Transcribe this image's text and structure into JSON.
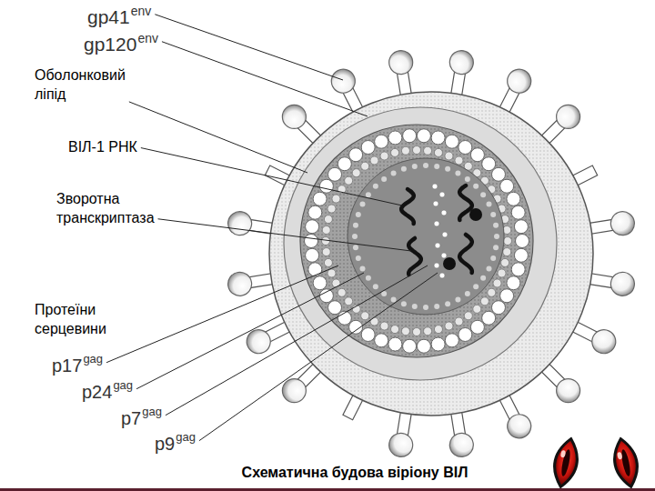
{
  "diagram": {
    "caption": "Схематична будова віріону ВІЛ",
    "labels": [
      "gp41",
      "env",
      "gp120",
      "env",
      "Оболонковий ліпід",
      "ВІЛ-1 РНК",
      "Зворотна транскриптаза",
      "Протеїни серцевини",
      "p17",
      "gag",
      "p24",
      "gag",
      "p7",
      "gag",
      "p9",
      "gag"
    ]
  }
}
